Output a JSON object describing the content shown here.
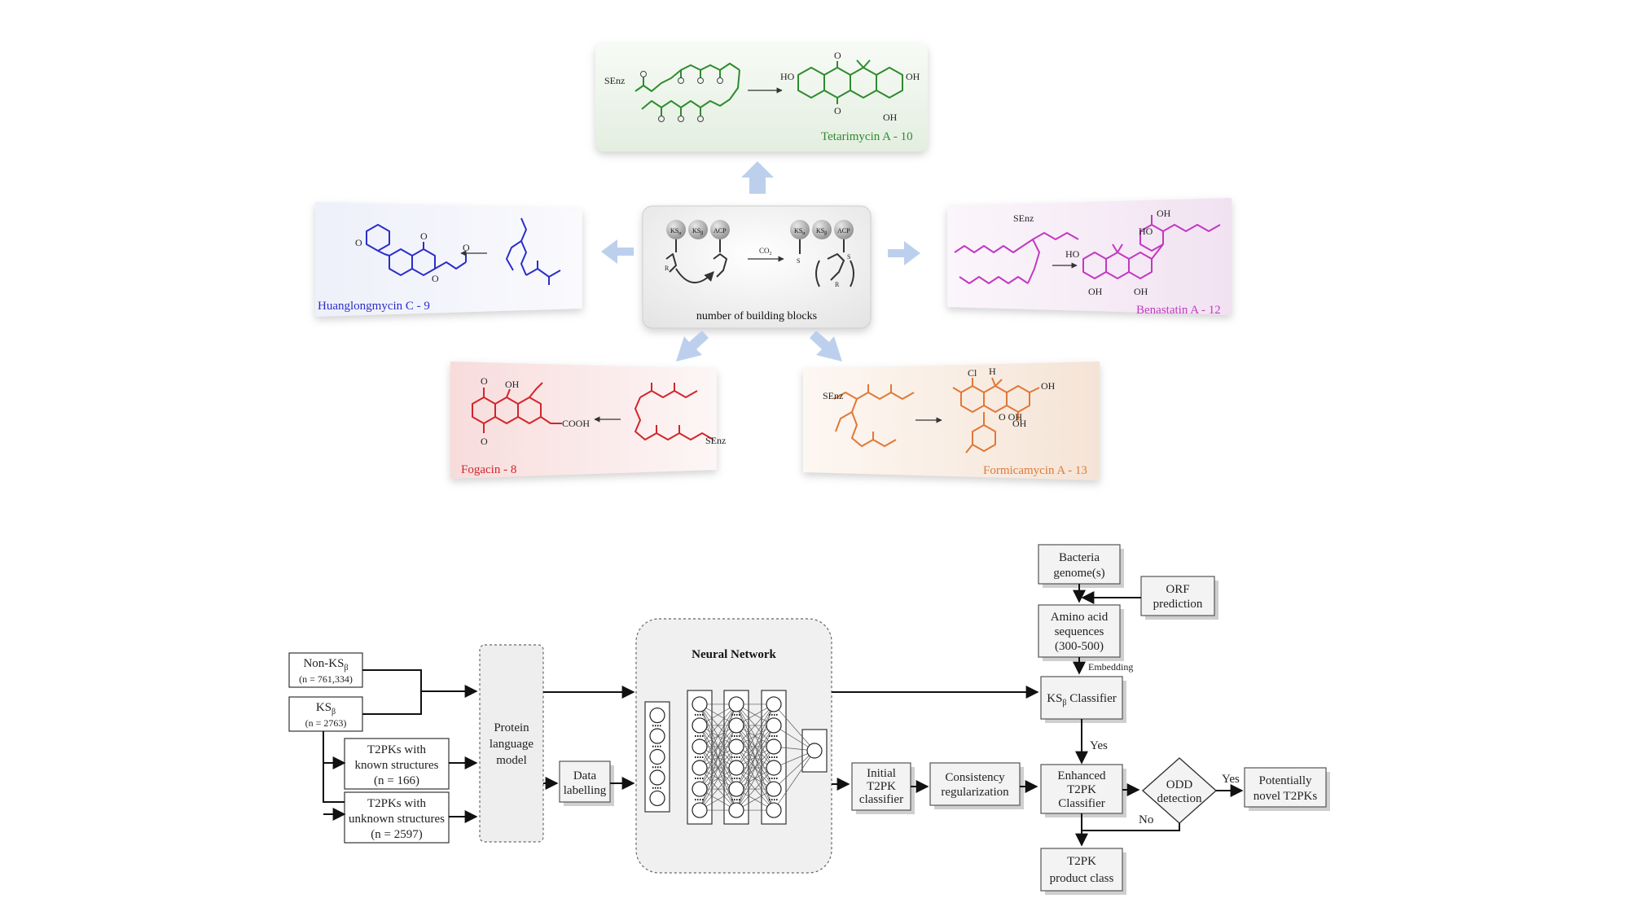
{
  "top": {
    "center_caption": "number of building blocks",
    "enzyme_labels": [
      "KS",
      "KS",
      "ACP"
    ],
    "enzyme_subs": [
      "α",
      "β",
      ""
    ],
    "co2": "CO",
    "co2_sub": "2",
    "structure_atoms": {
      "S": "S",
      "SEnz": "SEnz",
      "R": "R",
      "O": "O"
    },
    "products": [
      {
        "id": "tetarimycin",
        "label": "Tetarimycin A - 10",
        "color": "#2e8b2e"
      },
      {
        "id": "huanglongmycin",
        "label": "Huanglongmycin C - 9",
        "color": "#2b2ec8"
      },
      {
        "id": "benastatin",
        "label": "Benastatin A - 12",
        "color": "#c238c2"
      },
      {
        "id": "fogacin",
        "label": "Fogacin - 8",
        "color": "#d1262b"
      },
      {
        "id": "formicamycin",
        "label": "Formicamycin A - 13",
        "color": "#e07838"
      }
    ],
    "group_labels": {
      "oh": "OH",
      "cooh": "COOH",
      "ho": "HO",
      "cl": "Cl",
      "o_ho_oh": "O OH",
      "h": "H"
    }
  },
  "flow": {
    "non_ks": {
      "line1": "Non-KS",
      "sub": "β",
      "line2": "(n = 761,334)"
    },
    "ks": {
      "line1": "KS",
      "sub": "β",
      "line2": "(n = 2763)"
    },
    "known": {
      "lines": [
        "T2PKs with",
        "known structures",
        "(n = 166)"
      ]
    },
    "unknown": {
      "lines": [
        "T2PKs with",
        "unknown structures",
        "(n = 2597)"
      ]
    },
    "plm": {
      "lines": [
        "Protein",
        "language",
        "model"
      ]
    },
    "data_labelling": {
      "lines": [
        "Data",
        "labelling"
      ]
    },
    "nn_title": "Neural Network",
    "initial": {
      "lines": [
        "Initial",
        "T2PK",
        "classifier"
      ]
    },
    "consistency": {
      "lines": [
        "Consistency",
        "regularization"
      ]
    },
    "bacteria": {
      "lines": [
        "Bacteria",
        "genome(s)"
      ]
    },
    "orf": {
      "lines": [
        "ORF",
        "prediction"
      ]
    },
    "amino": {
      "lines": [
        "Amino acid",
        "sequences",
        "(300-500)"
      ]
    },
    "embedding": "Embedding",
    "ks_classifier": {
      "pre": "KS",
      "sub": "β",
      "post": " Classifier"
    },
    "yes1": "Yes",
    "enhanced": {
      "lines": [
        "Enhanced",
        "T2PK",
        "Classifier"
      ]
    },
    "odd": {
      "lines": [
        "ODD",
        "detection"
      ]
    },
    "yes2": "Yes",
    "no": "No",
    "novel": {
      "lines": [
        "Potentially",
        "novel  T2PKs"
      ]
    },
    "product_class": {
      "lines": [
        "T2PK",
        "product class"
      ]
    }
  }
}
